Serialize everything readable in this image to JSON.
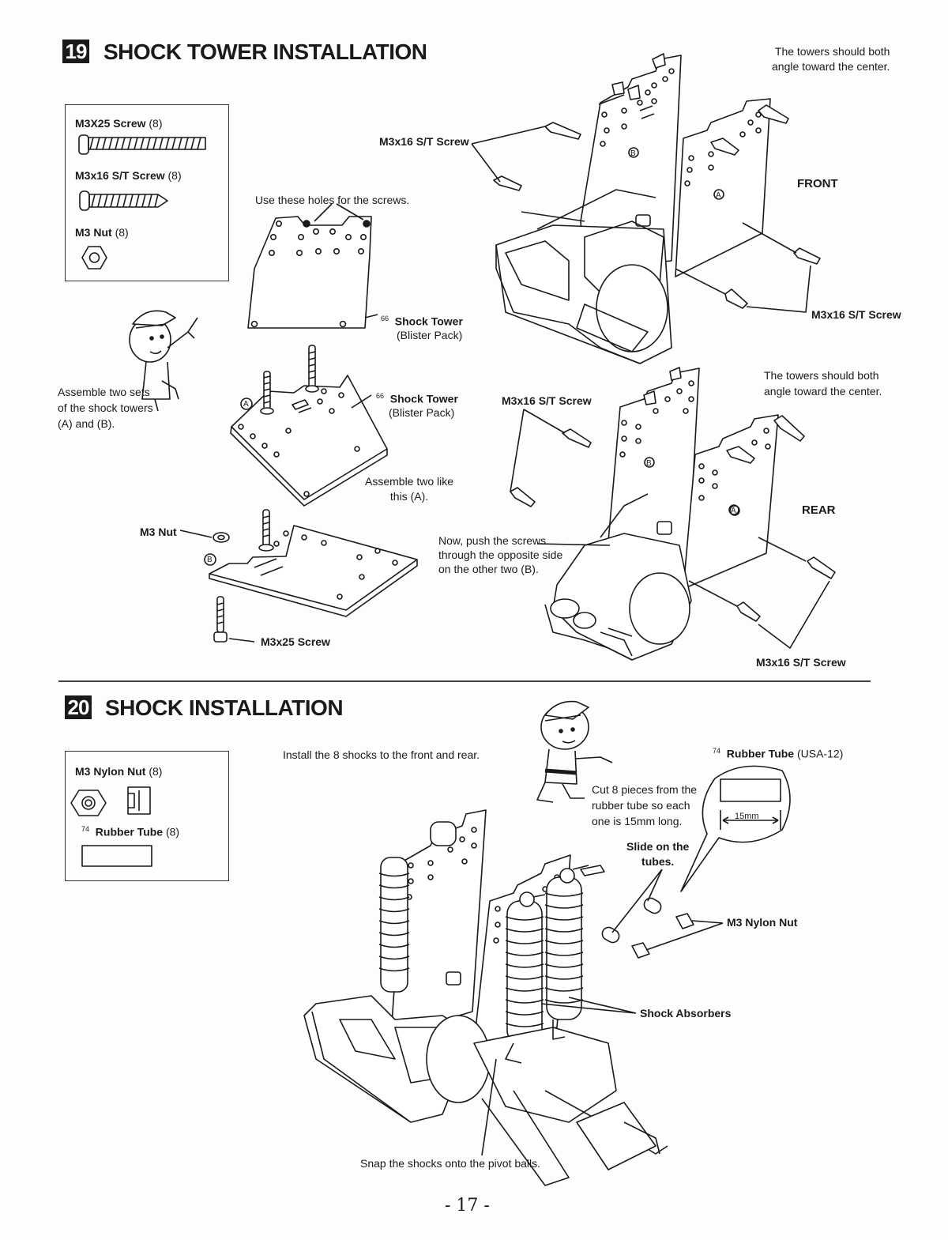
{
  "step19": {
    "number": "19",
    "title": "SHOCK TOWER INSTALLATION",
    "parts": [
      {
        "name": "M3X25 Screw",
        "qty": "(8)"
      },
      {
        "name": "M3x16 S/T Screw",
        "qty": "(8)"
      },
      {
        "name": "M3 Nut",
        "qty": "(8)"
      }
    ],
    "labels": {
      "use_holes": "Use these holes for the screws.",
      "st_screw_top": "M3x16 S/T Screw",
      "shock_tower_num_1": "66",
      "shock_tower_1": "Shock Tower",
      "blister_1": "(Blister Pack)",
      "shock_tower_num_2": "66",
      "shock_tower_2": "Shock Tower",
      "blister_2": "(Blister Pack)",
      "assemble_two_sets_1": "Assemble two sets",
      "assemble_two_sets_2": "of the shock towers",
      "assemble_two_sets_3": "(A) and (B).",
      "assemble_like_1": "Assemble two like",
      "assemble_like_2": "this (A).",
      "m3_nut": "M3 Nut",
      "m3x25_screw": "M3x25 Screw",
      "push_1": "Now, push the screws",
      "push_2": "through the opposite side",
      "push_3": "on the other two (B).",
      "angle_front_1": "The towers should both",
      "angle_front_2": "angle toward the center.",
      "front": "FRONT",
      "st_screw_front_right": "M3x16 S/T Screw",
      "st_screw_rear_left": "M3x16 S/T Screw",
      "angle_rear_1": "The towers should both",
      "angle_rear_2": "angle toward the center.",
      "rear": "REAR",
      "st_screw_rear_right": "M3x16 S/T Screw",
      "mark_a": "A",
      "mark_b": "B"
    }
  },
  "step20": {
    "number": "20",
    "title": "SHOCK INSTALLATION",
    "parts": [
      {
        "name": "M3 Nylon Nut",
        "qty": "(8)"
      },
      {
        "num": "74",
        "name": "Rubber Tube",
        "qty": "(8)"
      }
    ],
    "labels": {
      "install": "Install the 8 shocks to the front and rear.",
      "rubber_num": "74",
      "rubber_tube": "Rubber Tube",
      "rubber_code": "(USA-12)",
      "cut_1": "Cut 8 pieces from the",
      "cut_2": "rubber tube so each",
      "cut_3": "one is 15mm long.",
      "mm": "15mm",
      "slide_1": "Slide on the",
      "slide_2": "tubes.",
      "nylon_nut": "M3 Nylon Nut",
      "shock_absorbers": "Shock Absorbers",
      "snap": "Snap the shocks onto the pivot balls."
    }
  },
  "page_number": "- 17 -"
}
